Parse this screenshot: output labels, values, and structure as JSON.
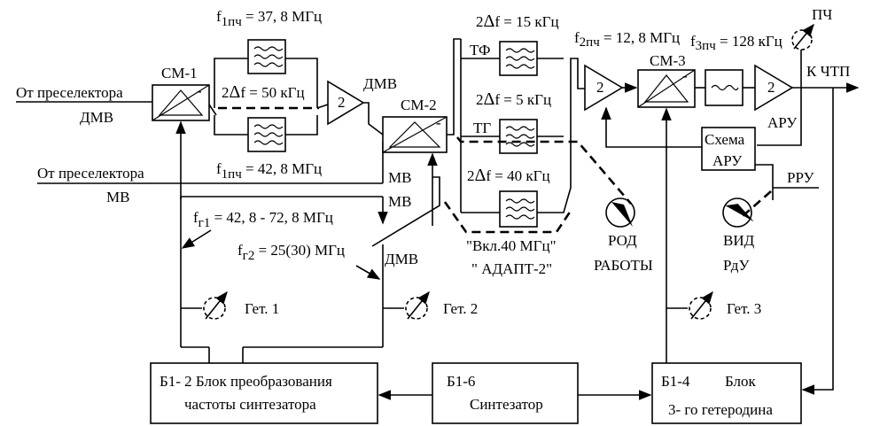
{
  "labels": {
    "from_preselector_dmv_1": "От преселектора",
    "from_preselector_dmv_2": "ДМВ",
    "from_preselector_mv_1": "От преселектора",
    "from_preselector_mv_2": "МВ",
    "cm1": "СМ-1",
    "cm2": "СМ-2",
    "cm3": "СМ-3",
    "minus": "-",
    "f1_top": "f",
    "f1_top_sub": "1пч",
    "f1_top_val": " = 37, 8 МГц",
    "df50_pre": "2",
    "df50_delta": "Δ",
    "df50_post": "f = 50 кГц",
    "f1_bot": "f",
    "f1_bot_sub": "1пч",
    "f1_bot_val": " = 42, 8 МГц",
    "amp2": "2",
    "dmv_right": "ДМВ",
    "mv_a": "МВ",
    "mv_b": "МВ",
    "fg1": "f",
    "fg1_sub": "г1",
    "fg1_val": " = 42, 8 - 72, 8 МГц",
    "fg2": "f",
    "fg2_sub": "г2",
    "fg2_val": " = 25(30) МГц",
    "dmv_low": "ДМВ",
    "df15_pre": "2",
    "df15_delta": "Δ",
    "df15_post": "f = 15 кГц",
    "tf": "ТФ",
    "df5_pre": "2",
    "df5_delta": "Δ",
    "df5_post": "f = 5 кГц",
    "tg": "ТГ",
    "df40_pre": "2",
    "df40_delta": "Δ",
    "df40_post": "f = 40 кГц",
    "vkl40": "\"Вкл.40 МГц\"",
    "adapt2": "\" АДАПТ-2\"",
    "f2": "f",
    "f2_sub": "2пч",
    "f2_val": " = 12, 8 МГц",
    "f3": "f",
    "f3_sub": "3пч",
    "f3_val": " = 128 кГц",
    "pch": "ПЧ",
    "k_chtp": "К ЧТП",
    "aru": "АРУ",
    "schema1": "Схема",
    "schema2": "АРУ",
    "rru": "РРУ",
    "rod1": "РОД",
    "rod2": "РАБОТЫ",
    "vid1": "ВИД",
    "vid2": "РдУ",
    "get1": "Гет. 1",
    "get2": "Гет. 2",
    "get3": "Гет. 3",
    "b12_line1": "Б1- 2  Блок преобразования",
    "b12_line2": "частоты синтезатора",
    "b16_line1": "Б1-6",
    "b16_line2": "Синтезатор",
    "b14_line1a": "Б1-4",
    "b14_line1b": "Блок",
    "b14_line2": "3- го гетеродина"
  }
}
